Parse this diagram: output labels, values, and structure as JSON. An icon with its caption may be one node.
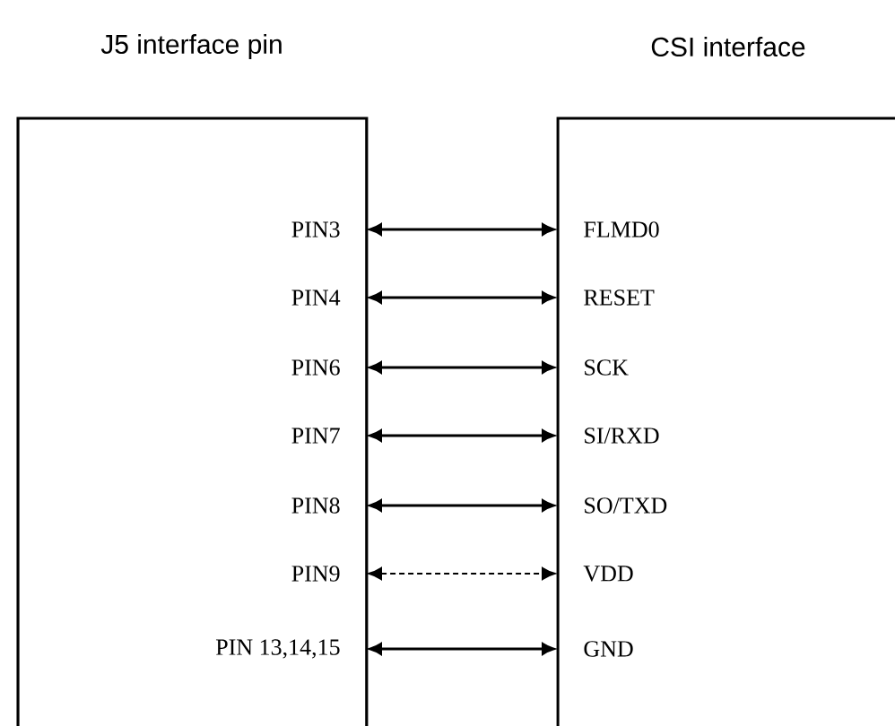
{
  "diagram": {
    "nodes": [
      {
        "text": [
          "J5 interface pin"
        ]
      },
      {
        "text": [
          "CSI interface"
        ]
      },
      {
        "text": [
          "PIN3"
        ],
        "in": 0
      },
      {
        "text": [
          "FLMD0"
        ],
        "in": 1
      },
      {
        "text": [
          "PIN4"
        ],
        "in": 0
      },
      {
        "text": [
          "RESET"
        ],
        "in": 1
      },
      {
        "text": [
          "PIN6"
        ],
        "in": 0
      },
      {
        "text": [
          "SCK"
        ],
        "in": 1
      },
      {
        "text": [
          "PIN7"
        ],
        "in": 0
      },
      {
        "text": [
          "SI/RXD"
        ],
        "in": 1
      },
      {
        "text": [
          "PIN8"
        ],
        "in": 0
      },
      {
        "text": [
          "SO/TXD"
        ],
        "in": 1
      },
      {
        "text": [
          "PIN9"
        ],
        "in": 0
      },
      {
        "text": [
          "VDD"
        ],
        "in": 1
      },
      {
        "text": [
          "PIN 13,14,15"
        ],
        "in": 0
      },
      {
        "text": [
          "GND"
        ],
        "in": 1
      }
    ],
    "edges": [
      {
        "from": 2,
        "to": 3,
        "arrow": "both"
      },
      {
        "from": 4,
        "to": 5,
        "arrow": "both"
      },
      {
        "from": 6,
        "to": 7,
        "arrow": "both"
      },
      {
        "from": 8,
        "to": 9,
        "arrow": "both"
      },
      {
        "from": 10,
        "to": 11,
        "arrow": "both"
      },
      {
        "from": 12,
        "to": 13,
        "arrow": "both",
        "style": "dashed"
      },
      {
        "from": 14,
        "to": 15,
        "arrow": "both"
      }
    ]
  }
}
